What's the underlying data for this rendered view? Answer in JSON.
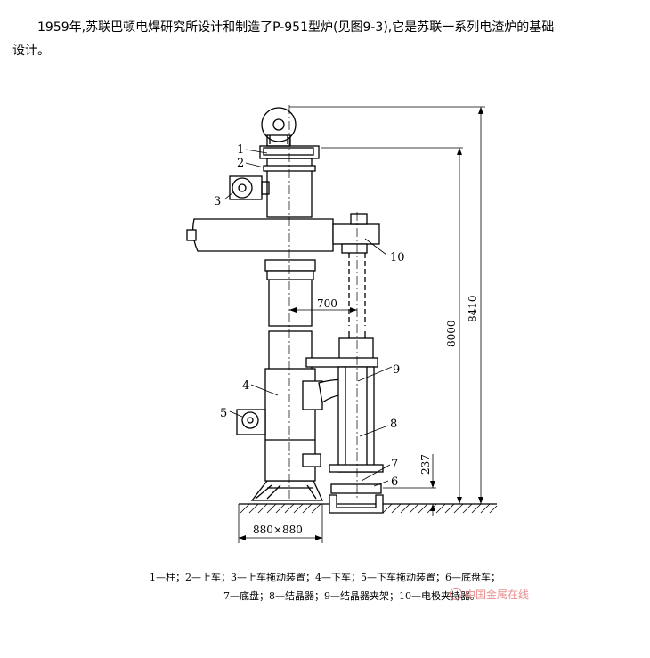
{
  "intro": {
    "line1": "1959年,苏联巴顿电焊研究所设计和制造了P-951型炉(见图9-3),它是苏联一系列电渣炉的基础",
    "line2": "设计。"
  },
  "figure": {
    "part_numbers": [
      "1",
      "2",
      "3",
      "4",
      "5",
      "6",
      "7",
      "8",
      "9",
      "10"
    ],
    "dimensions": {
      "spacing": "700",
      "height_inner": "8000",
      "height_outer": "8410",
      "base_height": "237",
      "footprint": "880×880"
    }
  },
  "caption": {
    "line1": "1—柱；2—上车；3—上车拖动装置；4—下车；5—下车拖动装置；6—底盘车；",
    "line2": "7—底盘；8—结晶器；9—结晶器夹架；10—电极夹持器。"
  },
  "watermark": {
    "text": "中国金属在线"
  }
}
